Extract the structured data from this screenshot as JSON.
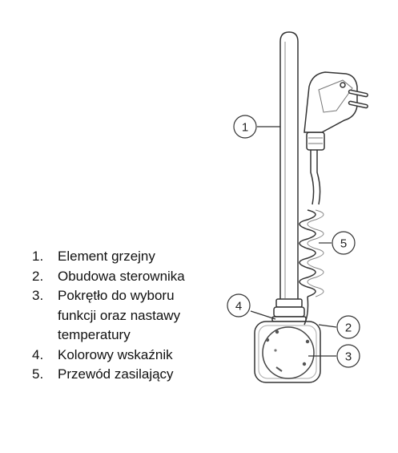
{
  "legend": [
    {
      "number": "1.",
      "lines": [
        "Element grzejny"
      ]
    },
    {
      "number": "2.",
      "lines": [
        "Obudowa sterownika"
      ]
    },
    {
      "number": "3.",
      "lines": [
        "Pokrętło do wyboru",
        "funkcji oraz nastawy",
        "temperatury"
      ]
    },
    {
      "number": "4.",
      "lines": [
        "Kolorowy wskaźnik"
      ]
    },
    {
      "number": "5.",
      "lines": [
        "Przewód zasilający"
      ]
    }
  ],
  "callouts": {
    "c1": "1",
    "c2": "2",
    "c3": "3",
    "c4": "4",
    "c5": "5"
  }
}
